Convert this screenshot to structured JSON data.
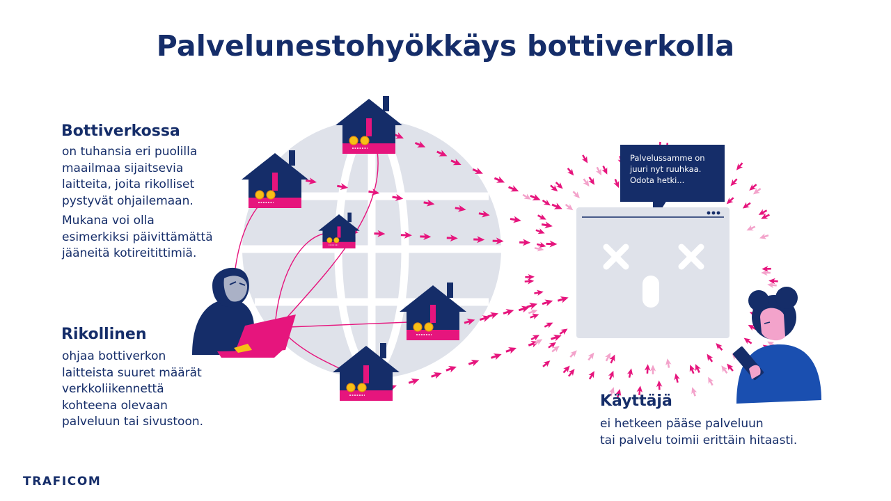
{
  "title": "Palvelunestohyökkäys bottiverkolla",
  "botnet": {
    "heading": "Bottiverkossa",
    "paragraph1": [
      "on tuhansia eri puolilla",
      "maailmaa sijaitsevia",
      "laitteita, joita rikolliset",
      "pystyvät ohjailemaan."
    ],
    "paragraph2": [
      "Mukana voi olla",
      "esimerkiksi päivittämättä",
      "jääneitä kotireitittimiä."
    ]
  },
  "criminal": {
    "heading": "Rikollinen",
    "paragraph": [
      "ohjaa bottiverkon",
      "laitteista suuret määrät",
      "verkkoliikennettä",
      "kohteena olevaan",
      "palveluun tai sivustoon."
    ]
  },
  "user": {
    "heading": "Käyttäjä",
    "paragraph": [
      "ei hetkeen pääse palveluun",
      "tai palvelu toimii erittäin hitaasti."
    ]
  },
  "bubble": {
    "lines": [
      "Palvelussamme on",
      "juuri nyt ruuhkaa.",
      "Odota hetki..."
    ]
  },
  "logo": "TRAFICOM",
  "colors": {
    "navy": "#152d69",
    "magenta": "#e6157d",
    "pink": "#f3a3cb",
    "globe": "#dfe2ea",
    "yellow": "#f6c016",
    "user_blue": "#1a4fb0"
  }
}
